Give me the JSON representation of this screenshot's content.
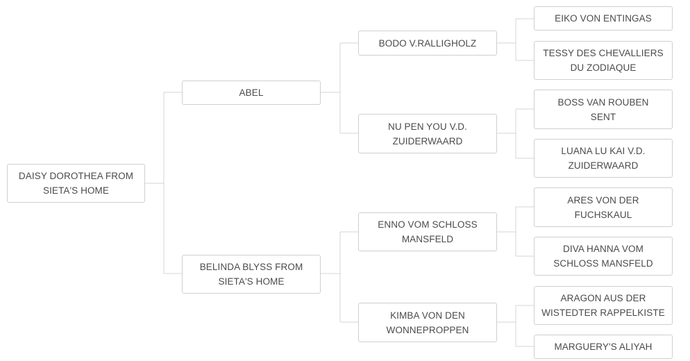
{
  "pedigree": {
    "dog": {
      "line1": "DAISY DOROTHEA FROM",
      "line2": "SIETA'S HOME"
    },
    "sire": {
      "line1": "ABEL"
    },
    "dam": {
      "line1": "BELINDA BLYSS FROM",
      "line2": "SIETA'S HOME"
    },
    "sire_sire": {
      "line1": "BODO V.RALLIGHOLZ"
    },
    "sire_dam": {
      "line1": "NU PEN YOU V.D.",
      "line2": "ZUIDERWAARD"
    },
    "dam_sire": {
      "line1": "ENNO VOM SCHLOSS",
      "line2": "MANSFELD"
    },
    "dam_dam": {
      "line1": "KIMBA VON DEN",
      "line2": "WONNEPROPPEN"
    },
    "sire_sire_sire": {
      "line1": "EIKO VON ENTINGAS"
    },
    "sire_sire_dam": {
      "line1": "TESSY DES CHEVALLIERS",
      "line2": "DU ZODIAQUE"
    },
    "sire_dam_sire": {
      "line1": "BOSS VAN ROUBEN",
      "line2": "SENT"
    },
    "sire_dam_dam": {
      "line1": "LUANA LU KAI V.D.",
      "line2": "ZUIDERWAARD"
    },
    "dam_sire_sire": {
      "line1": "ARES VON DER",
      "line2": "FUCHSKAUL"
    },
    "dam_sire_dam": {
      "line1": "DIVA HANNA VOM",
      "line2": "SCHLOSS MANSFELD"
    },
    "dam_dam_sire": {
      "line1": "ARAGON AUS DER",
      "line2": "WISTEDTER RAPPELKISTE"
    },
    "dam_dam_dam": {
      "line1": "MARGUERY'S ALIYAH"
    }
  },
  "colors": {
    "border": "#cfcfcf",
    "connector": "#d4d4d4",
    "text": "#4a4a4a",
    "background": "#ffffff"
  }
}
